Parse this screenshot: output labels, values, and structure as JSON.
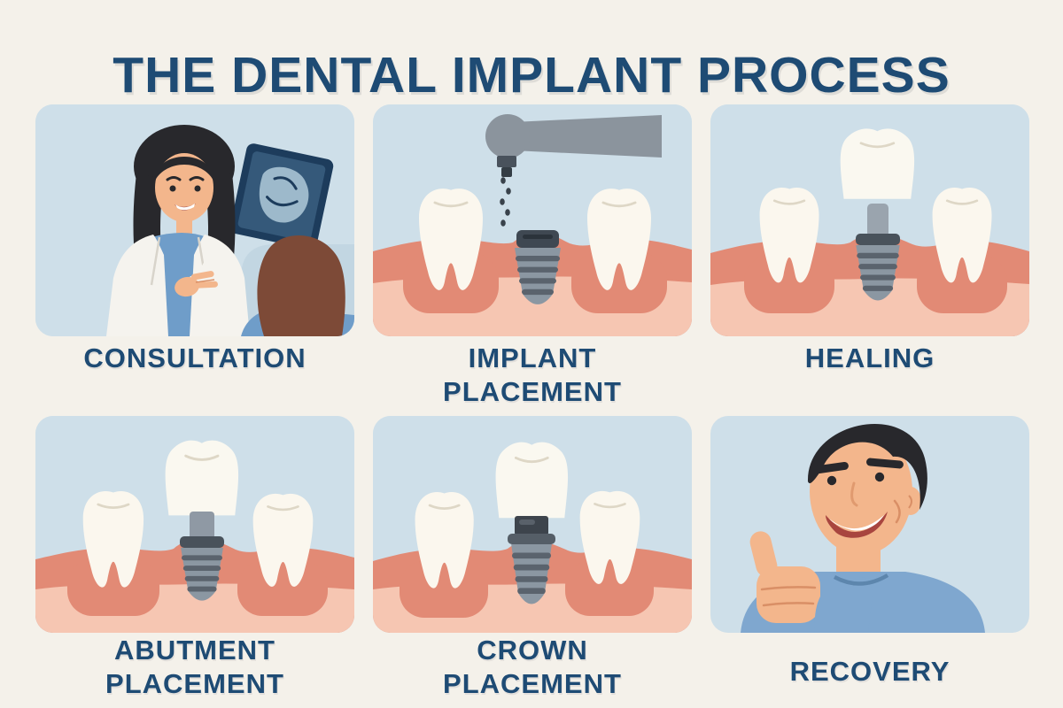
{
  "title": "THE DENTAL IMPLANT PROCESS",
  "steps": [
    {
      "label": "CONSULTATION",
      "illustration": "dentist-consultation-illustration"
    },
    {
      "label": "IMPLANT PLACEMENT",
      "illustration": "drill-implant-illustration"
    },
    {
      "label": "HEALING",
      "illustration": "implant-healing-illustration"
    },
    {
      "label": "ABUTMENT PLACEMENT",
      "illustration": "abutment-with-crown-illustration"
    },
    {
      "label": "CROWN PLACEMENT",
      "illustration": "crown-on-implant-illustration"
    },
    {
      "label": "RECOVERY",
      "illustration": "patient-thumbs-up-illustration"
    }
  ],
  "palette": {
    "background": "#f4f1ea",
    "panel_blue": "#cedfe9",
    "heading_navy": "#1e4b74",
    "tooth_white": "#fbf7ee",
    "gum_dark": "#e28a75",
    "gum_light": "#f6c6b2",
    "implant_gray": "#8b97a2",
    "implant_dark": "#49525b",
    "skin": "#f3b68c",
    "hair_black": "#28282c",
    "hair_brown": "#7d4a37",
    "shirt_blue": "#7fa7cf",
    "xray_navy": "#1d3c5c"
  }
}
